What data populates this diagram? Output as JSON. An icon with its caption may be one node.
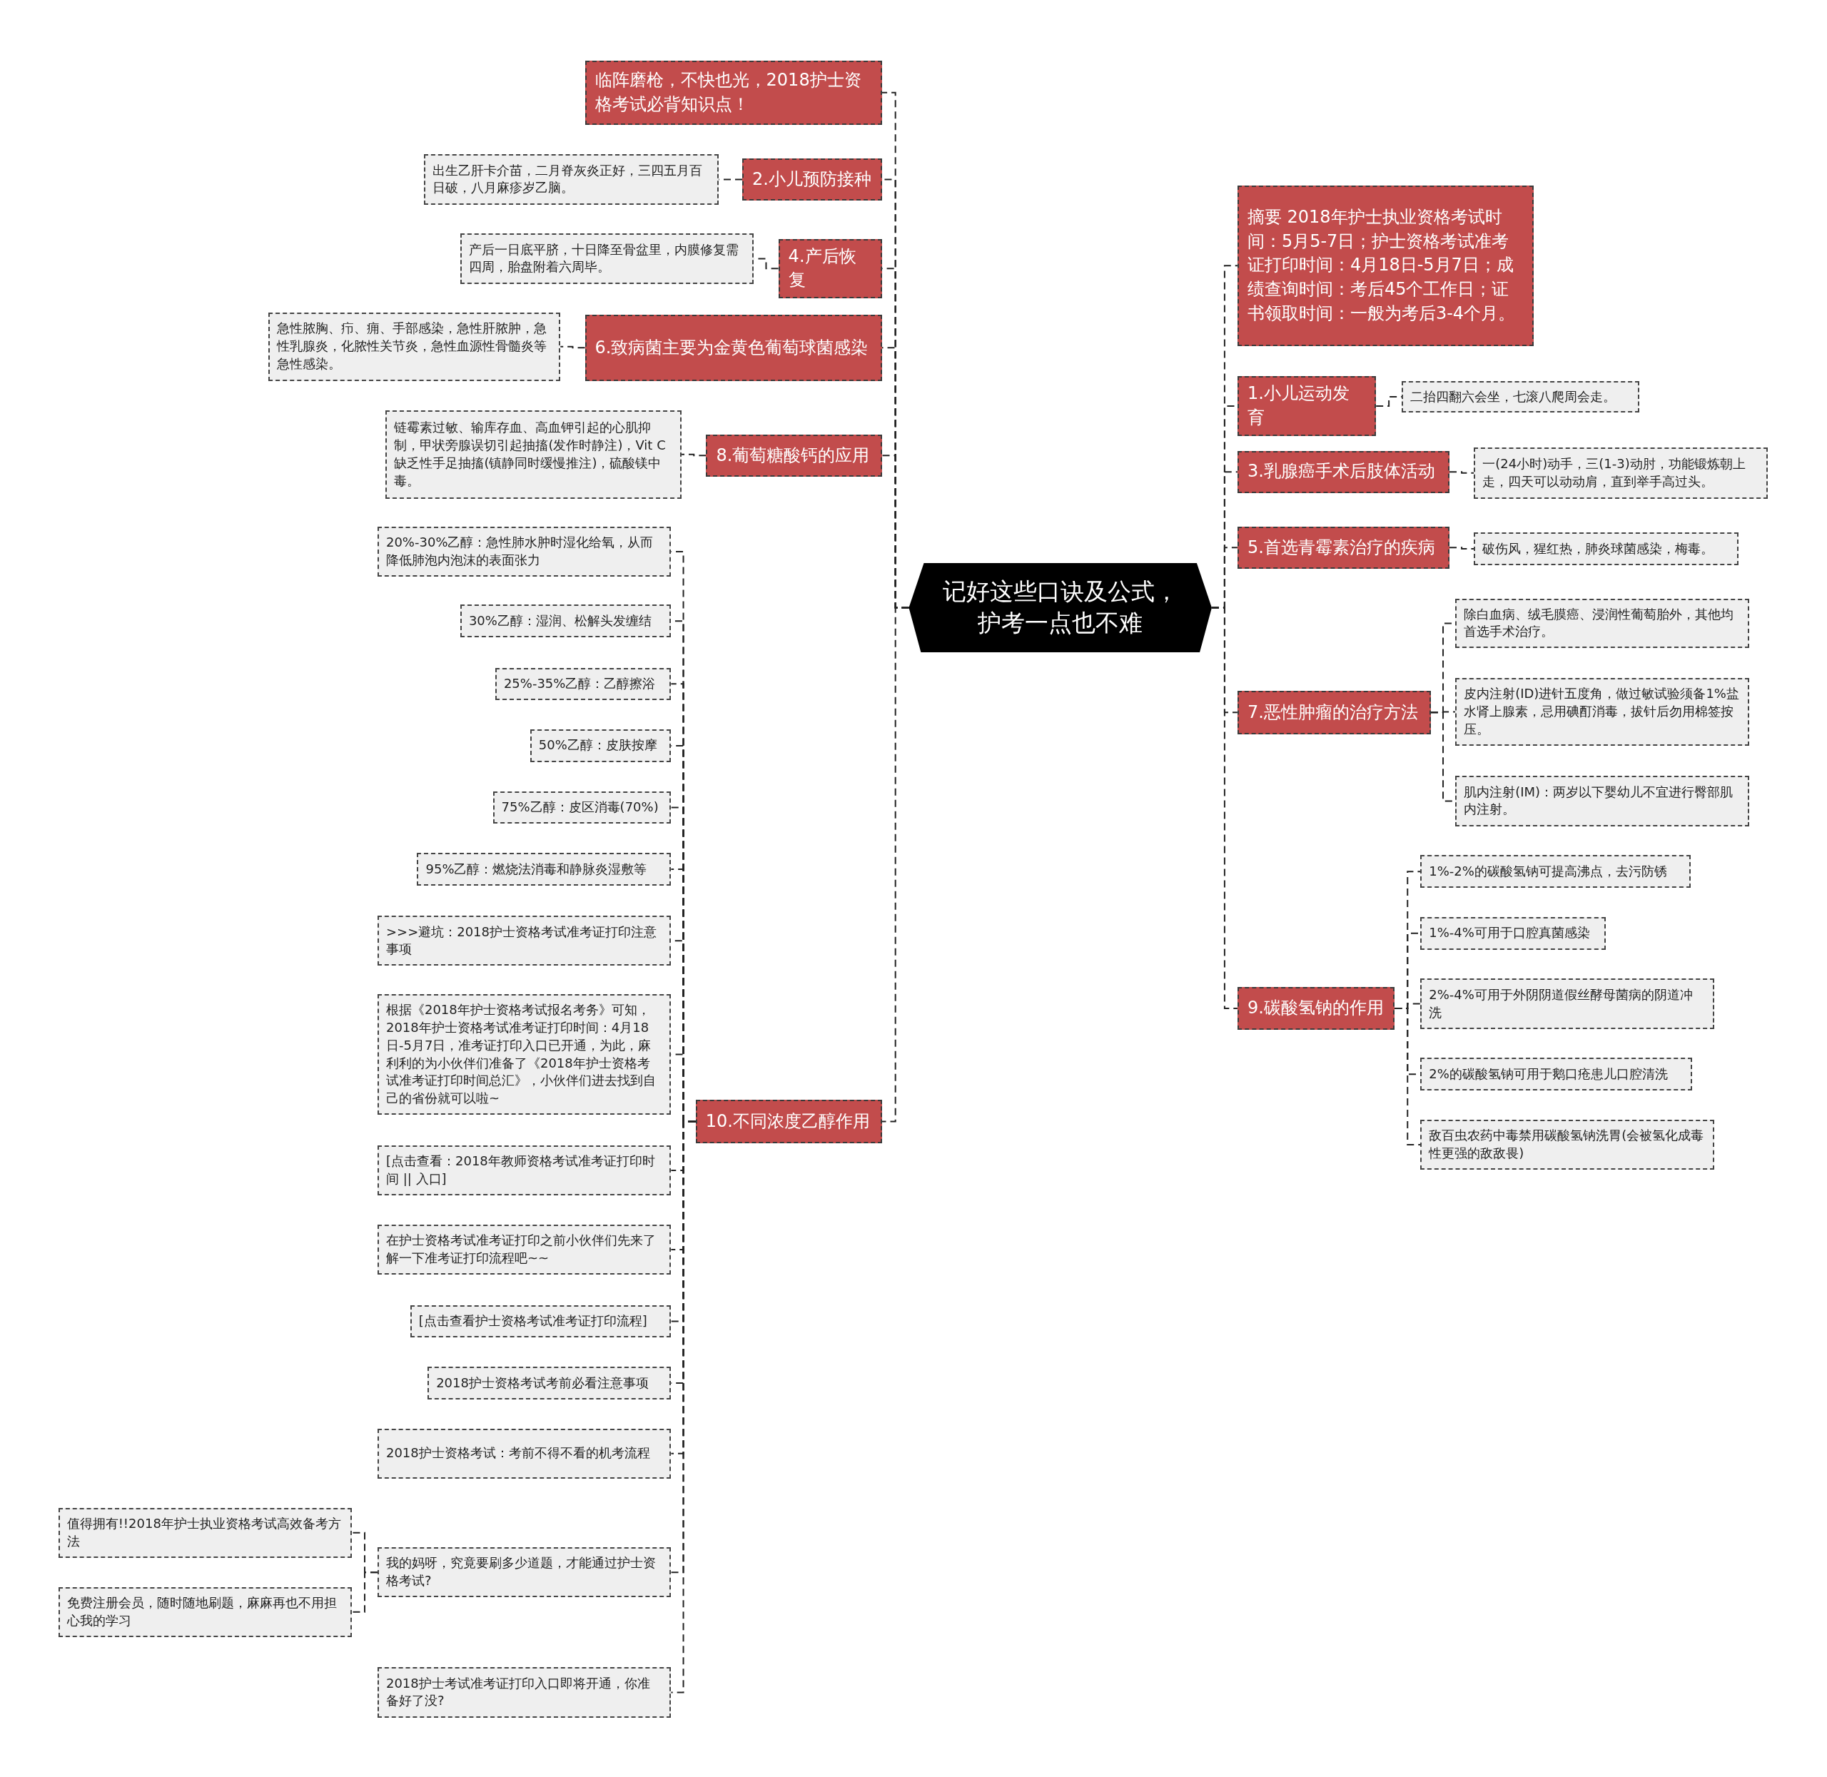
{
  "diagram": {
    "nodes": [
      {
        "text": [
          "记好这些口诀及公式，护考一点也不难"
        ]
      },
      {
        "text": [
          "临阵磨枪，不快也光，2018护士资格考试必背知识点！"
        ]
      },
      {
        "text": [
          "2.小儿预防接种"
        ]
      },
      {
        "text": [
          "出生乙肝卡介苗，二月脊灰炎正好，三四五月百日破，八月麻疹岁乙脑。"
        ]
      },
      {
        "text": [
          "4.产后恢复"
        ]
      },
      {
        "text": [
          "产后一日底平脐，十日降至骨盆里，内膜修复需四周，胎盘附着六周毕。"
        ]
      },
      {
        "text": [
          "6.致病菌主要为金黄色葡萄球菌感染"
        ]
      },
      {
        "text": [
          "急性脓胸、疖、痈、手部感染，急性肝脓肿，急性乳腺炎，化脓性关节炎，急性血源性骨髓炎等急性感染。"
        ]
      },
      {
        "text": [
          "8.葡萄糖酸钙的应用"
        ]
      },
      {
        "text": [
          "链霉素过敏、输库存血、高血钾引起的心肌抑制，甲状旁腺误切引起抽搐(发作时静注)，Vit C缺乏性手足抽搐(镇静同时缓慢推注)，硫酸镁中毒。"
        ]
      },
      {
        "text": [
          "10.不同浓度乙醇作用"
        ]
      },
      {
        "text": [
          "20%-30%乙醇：急性肺水肿时湿化给氧，从而降低肺泡内泡沫的表面张力"
        ]
      },
      {
        "text": [
          "30%乙醇：湿润、松解头发缠结"
        ]
      },
      {
        "text": [
          "25%-35%乙醇：乙醇擦浴"
        ]
      },
      {
        "text": [
          "50%乙醇：皮肤按摩"
        ]
      },
      {
        "text": [
          "75%乙醇：皮区消毒(70%)"
        ]
      },
      {
        "text": [
          "95%乙醇：燃烧法消毒和静脉炎湿敷等"
        ]
      },
      {
        "text": [
          ">>>避坑：2018护士资格考试准考证打印注意事项"
        ]
      },
      {
        "text": [
          "根据《2018年护士资格考试报名考务》可知，2018年护士资格考试准考证打印时间：4月18日-5月7日，准考证打印入口已开通，为此，麻利利的为小伙伴们准备了《2018年护士资格考试准考证打印时间总汇》，小伙伴们进去找到自己的省份就可以啦~"
        ]
      },
      {
        "text": [
          "[点击查看：2018年教师资格考试准考证打印时间 || 入口]"
        ]
      },
      {
        "text": [
          "在护士资格考试准考证打印之前小伙伴们先来了解一下准考证打印流程吧~~"
        ]
      },
      {
        "text": [
          "[点击查看护士资格考试准考证打印流程]"
        ]
      },
      {
        "text": [
          "2018护士资格考试考前必看注意事项"
        ]
      },
      {
        "text": [
          "2018护士资格考试：考前不得不看的机考流程"
        ]
      },
      {
        "text": [
          "我的妈呀，究竟要刷多少道题，才能通过护士资格考试?"
        ]
      },
      {
        "text": [
          "值得拥有!!2018年护士执业资格考试高效备考方法"
        ]
      },
      {
        "text": [
          "免费注册会员，随时随地刷题，麻麻再也不用担心我的学习"
        ]
      },
      {
        "text": [
          "2018护士考试准考证打印入口即将开通，你准备好了没?"
        ]
      },
      {
        "text": [
          "摘要 2018年护士执业资格考试时间：5月5-7日；护士资格考试准考证打印时间：4月18日-5月7日；成绩查询时间：考后45个工作日；证书领取时间：一般为考后3-4个月。"
        ]
      },
      {
        "text": [
          "1.小儿运动发育"
        ]
      },
      {
        "text": [
          "二抬四翻六会坐，七滚八爬周会走。"
        ]
      },
      {
        "text": [
          "3.乳腺癌手术后肢体活动"
        ]
      },
      {
        "text": [
          "一(24小时)动手，三(1-3)动肘，功能锻炼朝上走，四天可以动动肩，直到举手高过头。"
        ]
      },
      {
        "text": [
          "5.首选青霉素治疗的疾病"
        ]
      },
      {
        "text": [
          "破伤风，猩红热，肺炎球菌感染，梅毒。"
        ]
      },
      {
        "text": [
          "7.恶性肿瘤的治疗方法"
        ]
      },
      {
        "text": [
          "除白血病、绒毛膜癌、浸润性葡萄胎外，其他均首选手术治疗。"
        ]
      },
      {
        "text": [
          "皮内注射(ID)进针五度角，做过敏试验须备1%盐水肾上腺素，忌用碘酊消毒，拔针后勿用棉签按压。"
        ]
      },
      {
        "text": [
          "肌内注射(IM)：两岁以下婴幼儿不宜进行臀部肌内注射。"
        ]
      },
      {
        "text": [
          "9.碳酸氢钠的作用"
        ]
      },
      {
        "text": [
          "1%-2%的碳酸氢钠可提高沸点，去污防锈"
        ]
      },
      {
        "text": [
          "1%-4%可用于口腔真菌感染"
        ]
      },
      {
        "text": [
          "2%-4%可用于外阴阴道假丝酵母菌病的阴道冲洗"
        ]
      },
      {
        "text": [
          "2%的碳酸氢钠可用于鹅口疮患儿口腔清洗"
        ]
      },
      {
        "text": [
          "敌百虫农药中毒禁用碳酸氢钠洗胃(会被氢化成毒性更强的敌敌畏)"
        ]
      }
    ],
    "edges": [
      {
        "from": 0,
        "to": 1,
        "arrow": "none"
      },
      {
        "from": 0,
        "to": 2,
        "arrow": "none"
      },
      {
        "from": 2,
        "to": 3,
        "arrow": "none"
      },
      {
        "from": 0,
        "to": 4,
        "arrow": "none"
      },
      {
        "from": 4,
        "to": 5,
        "arrow": "none"
      },
      {
        "from": 0,
        "to": 6,
        "arrow": "none"
      },
      {
        "from": 6,
        "to": 7,
        "arrow": "none"
      },
      {
        "from": 0,
        "to": 8,
        "arrow": "none"
      },
      {
        "from": 8,
        "to": 9,
        "arrow": "none"
      },
      {
        "from": 0,
        "to": 10,
        "arrow": "none"
      },
      {
        "from": 10,
        "to": 11,
        "arrow": "none"
      },
      {
        "from": 10,
        "to": 12,
        "arrow": "none"
      },
      {
        "from": 10,
        "to": 13,
        "arrow": "none"
      },
      {
        "from": 10,
        "to": 14,
        "arrow": "none"
      },
      {
        "from": 10,
        "to": 15,
        "arrow": "none"
      },
      {
        "from": 10,
        "to": 16,
        "arrow": "none"
      },
      {
        "from": 10,
        "to": 17,
        "arrow": "none"
      },
      {
        "from": 10,
        "to": 18,
        "arrow": "none"
      },
      {
        "from": 10,
        "to": 19,
        "arrow": "none"
      },
      {
        "from": 10,
        "to": 20,
        "arrow": "none"
      },
      {
        "from": 10,
        "to": 21,
        "arrow": "none"
      },
      {
        "from": 10,
        "to": 22,
        "arrow": "none"
      },
      {
        "from": 10,
        "to": 23,
        "arrow": "none"
      },
      {
        "from": 10,
        "to": 24,
        "arrow": "none"
      },
      {
        "from": 24,
        "to": 25,
        "arrow": "none"
      },
      {
        "from": 24,
        "to": 26,
        "arrow": "none"
      },
      {
        "from": 10,
        "to": 27,
        "arrow": "none"
      },
      {
        "from": 0,
        "to": 28,
        "arrow": "none"
      },
      {
        "from": 0,
        "to": 29,
        "arrow": "none"
      },
      {
        "from": 29,
        "to": 30,
        "arrow": "none"
      },
      {
        "from": 0,
        "to": 31,
        "arrow": "none"
      },
      {
        "from": 31,
        "to": 32,
        "arrow": "none"
      },
      {
        "from": 0,
        "to": 33,
        "arrow": "none"
      },
      {
        "from": 33,
        "to": 34,
        "arrow": "none"
      },
      {
        "from": 0,
        "to": 35,
        "arrow": "none"
      },
      {
        "from": 35,
        "to": 36,
        "arrow": "none"
      },
      {
        "from": 35,
        "to": 37,
        "arrow": "none"
      },
      {
        "from": 35,
        "to": 38,
        "arrow": "none"
      },
      {
        "from": 0,
        "to": 39,
        "arrow": "none"
      },
      {
        "from": 39,
        "to": 40,
        "arrow": "none"
      },
      {
        "from": 39,
        "to": 41,
        "arrow": "none"
      },
      {
        "from": 39,
        "to": 42,
        "arrow": "none"
      },
      {
        "from": 39,
        "to": 43,
        "arrow": "none"
      },
      {
        "from": 39,
        "to": 44,
        "arrow": "none"
      }
    ]
  }
}
